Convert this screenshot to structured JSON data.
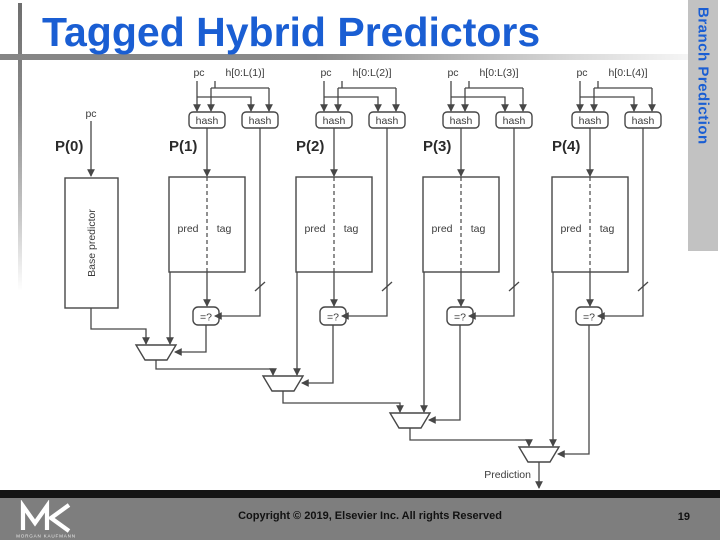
{
  "slide": {
    "title": "Tagged Hybrid Predictors",
    "sidebar_label": "Branch Prediction"
  },
  "footer": {
    "copyright": "Copyright © 2019, Elsevier Inc. All rights Reserved",
    "page_number": "19",
    "logo_name": "MORGAN KAUFMANN"
  },
  "colors": {
    "accent_blue": "#1a5ed3",
    "sidebar_bg": "#c2c2c2",
    "footer_bg": "#7e7e7e",
    "footer_top_bar": "#151515",
    "diagram_ink": "#474747"
  },
  "diagram": {
    "base_predictor": {
      "pc_label": "pc",
      "name_label": "P(0)",
      "box_label": "Base predictor"
    },
    "output_label": "Prediction",
    "tables": [
      {
        "name_label": "P(1)",
        "pc_label": "pc",
        "history_label": "h[0:L(1)]",
        "hash1_label": "hash",
        "hash2_label": "hash",
        "pred_label": "pred",
        "tag_label": "tag",
        "compare_label": "=?"
      },
      {
        "name_label": "P(2)",
        "pc_label": "pc",
        "history_label": "h[0:L(2)]",
        "hash1_label": "hash",
        "hash2_label": "hash",
        "pred_label": "pred",
        "tag_label": "tag",
        "compare_label": "=?"
      },
      {
        "name_label": "P(3)",
        "pc_label": "pc",
        "history_label": "h[0:L(3)]",
        "hash1_label": "hash",
        "hash2_label": "hash",
        "pred_label": "pred",
        "tag_label": "tag",
        "compare_label": "=?"
      },
      {
        "name_label": "P(4)",
        "pc_label": "pc",
        "history_label": "h[0:L(4)]",
        "hash1_label": "hash",
        "hash2_label": "hash",
        "pred_label": "pred",
        "tag_label": "tag",
        "compare_label": "=?"
      }
    ]
  }
}
